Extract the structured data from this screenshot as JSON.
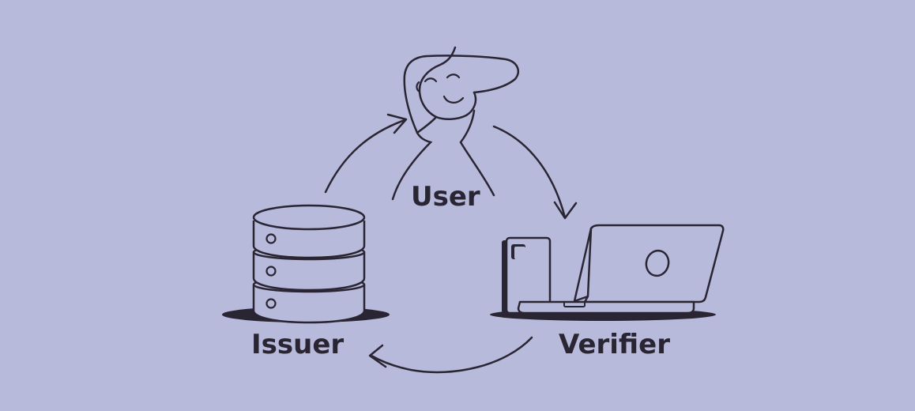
{
  "colors": {
    "background": "#b8badb",
    "ink": "#2a2533",
    "fill_light": "#b8badb"
  },
  "labels": {
    "user": "User",
    "issuer": "Issuer",
    "verifier": "Verifier"
  },
  "icons": [
    "user-figure-icon",
    "database-server-icon",
    "phone-icon",
    "laptop-icon"
  ]
}
